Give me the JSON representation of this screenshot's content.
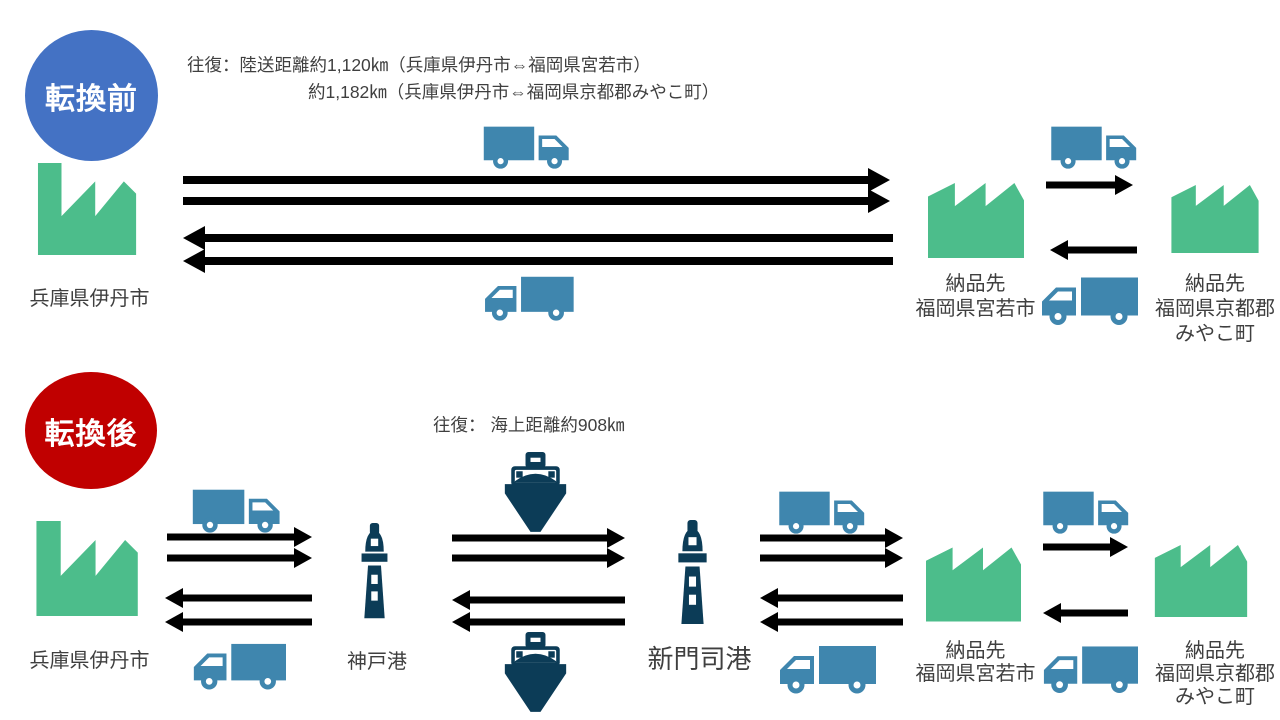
{
  "colors": {
    "background": "#FFFFFF",
    "circle_before": "#4472C4",
    "circle_after": "#C00000",
    "factory_green": "#4CBD8B",
    "truck_blue": "#3F86AE",
    "marine_navy": "#0C3C57",
    "arrow_black": "#000000",
    "text": "#3F3F3F"
  },
  "icons": {
    "factory": "factory-icon",
    "truck": "delivery-truck-icon",
    "ship": "ferry-ship-icon",
    "lighthouse": "port-lighthouse-icon",
    "arrow": "direction-arrow"
  },
  "before": {
    "badge": "転換前",
    "notes": [
      "往復：陸送距離約1,120㎞（兵庫県伊丹市⇔福岡県宮若市）",
      "約1,182㎞（兵庫県伊丹市⇔福岡県京都郡みやこ町）"
    ],
    "origin": "兵庫県伊丹市",
    "dest1": [
      "納品先",
      "福岡県宮若市"
    ],
    "dest2": [
      "納品先",
      "福岡県京都郡",
      "みやこ町"
    ]
  },
  "after": {
    "badge": "転換後",
    "note": "往復： 海上距離約908㎞",
    "origin": "兵庫県伊丹市",
    "port1": "神戸港",
    "port2": "新門司港",
    "dest1": [
      "納品先",
      "福岡県宮若市"
    ],
    "dest2": [
      "納品先",
      "福岡県京都郡",
      "みやこ町"
    ]
  }
}
